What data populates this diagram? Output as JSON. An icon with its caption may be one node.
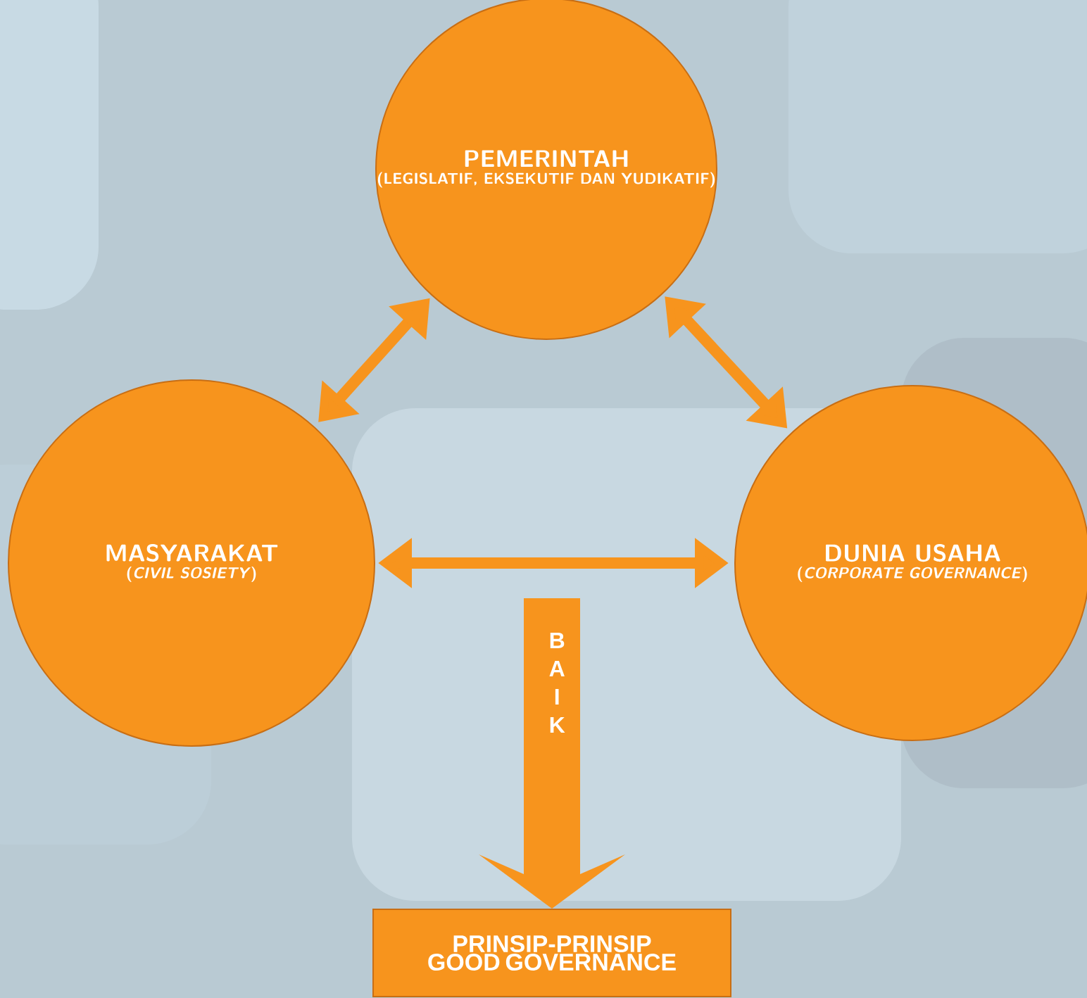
{
  "diagram": {
    "nodes": [
      {
        "text": [
          "PEMERINTAH",
          "(LEGISLATIF, EKSEKUTIF DAN YUDIKATIF)"
        ]
      },
      {
        "text": [
          "MASYARAKAT",
          "(*CIVIL SOSIETY*)"
        ]
      },
      {
        "text": [
          "DUNIA USAHA",
          "(*CORPORATE GOVERNANCE*)"
        ]
      },
      {
        "text": [
          "PRINSIP-PRINSIP GOOD GOVERNANCE"
        ]
      }
    ],
    "edges": [
      {
        "from": 0,
        "to": 1,
        "arrow": "both"
      },
      {
        "from": 0,
        "to": 2,
        "arrow": "both"
      },
      {
        "from": 1,
        "to": 2,
        "arrow": "both"
      },
      {
        "from": null,
        "to": 3,
        "arrow": "to",
        "label": "BAIK",
        "style": "thick"
      }
    ]
  }
}
